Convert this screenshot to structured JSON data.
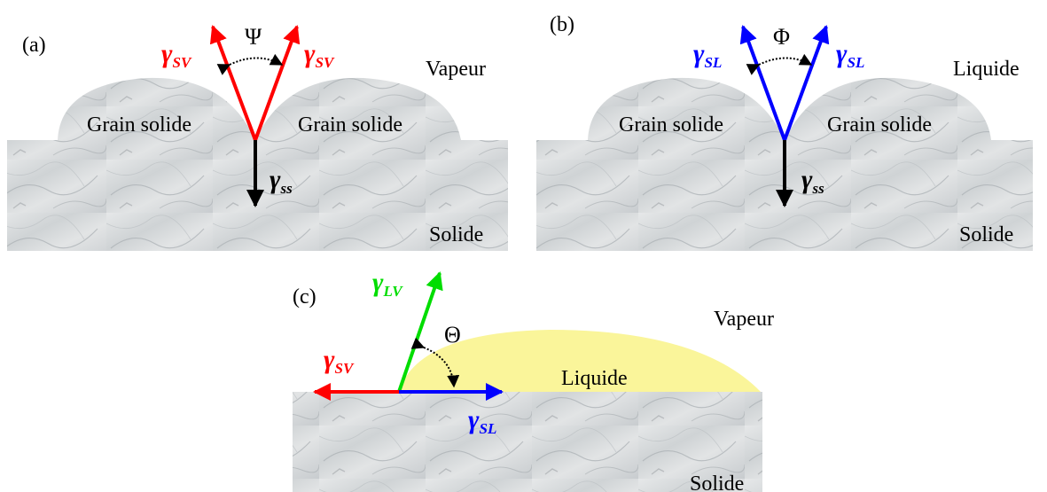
{
  "panels": {
    "a": {
      "tag": "(a)",
      "grain_left": "Grain solide",
      "grain_right": "Grain solide",
      "medium": "Vapeur",
      "substrate": "Solide",
      "angle": "Ψ",
      "tension_left": {
        "symbol": "γ",
        "sub": "SV",
        "color": "#ff0000"
      },
      "tension_right": {
        "symbol": "γ",
        "sub": "SV",
        "color": "#ff0000"
      },
      "tension_down": {
        "symbol": "γ",
        "sub": "ss",
        "color": "#000000"
      }
    },
    "b": {
      "tag": "(b)",
      "grain_left": "Grain solide",
      "grain_right": "Grain solide",
      "medium": "Liquide",
      "substrate": "Solide",
      "angle": "Φ",
      "tension_left": {
        "symbol": "γ",
        "sub": "SL",
        "color": "#0000ff"
      },
      "tension_right": {
        "symbol": "γ",
        "sub": "SL",
        "color": "#0000ff"
      },
      "tension_down": {
        "symbol": "γ",
        "sub": "ss",
        "color": "#000000"
      }
    },
    "c": {
      "tag": "(c)",
      "medium": "Vapeur",
      "drop": "Liquide",
      "substrate": "Solide",
      "angle": "Θ",
      "tension_lv": {
        "symbol": "γ",
        "sub": "LV",
        "color": "#00dd00"
      },
      "tension_sv": {
        "symbol": "γ",
        "sub": "SV",
        "color": "#ff0000"
      },
      "tension_sl": {
        "symbol": "γ",
        "sub": "SL",
        "color": "#0000ff"
      }
    }
  },
  "colors": {
    "marble": "#d9dcdd",
    "drop": "#faf59a"
  }
}
